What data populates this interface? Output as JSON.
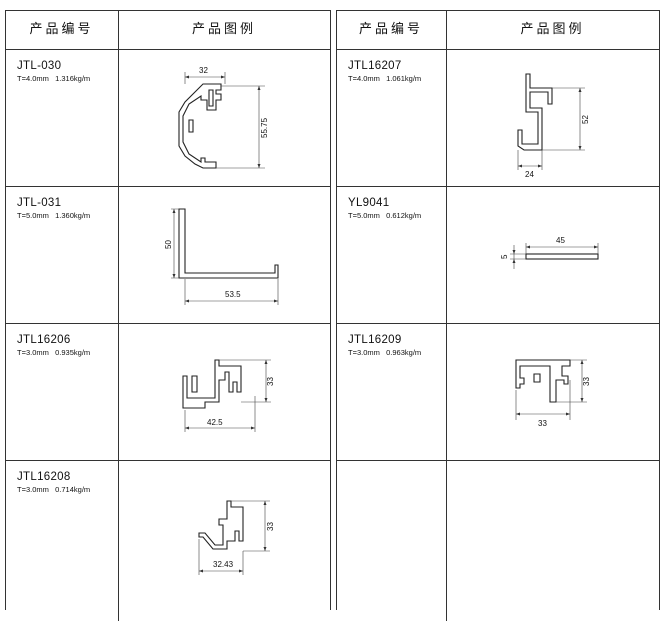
{
  "header": {
    "col_model": "产品编号",
    "col_figure": "产品图例"
  },
  "left_rows": [
    {
      "code": "JTL-030",
      "spec": "T=4.0mm   1.316kg/m",
      "dims": [
        "32",
        "55.75"
      ]
    },
    {
      "code": "JTL-031",
      "spec": "T=5.0mm   1.360kg/m",
      "dims": [
        "50",
        "53.5"
      ]
    },
    {
      "code": "JTL16206",
      "spec": "T=3.0mm   0.935kg/m",
      "dims": [
        "33",
        "42.5"
      ]
    },
    {
      "code": "JTL16208",
      "spec": "T=3.0mm   0.714kg/m",
      "dims": [
        "33",
        "32.43"
      ]
    }
  ],
  "right_rows": [
    {
      "code": "JTL16207",
      "spec": "T=4.0mm   1.061kg/m",
      "dims": [
        "52",
        "24"
      ]
    },
    {
      "code": "YL9041",
      "spec": "T=5.0mm   0.612kg/m",
      "dims": [
        "45",
        "5"
      ]
    },
    {
      "code": "JTL16209",
      "spec": "T=3.0mm   0.963kg/m",
      "dims": [
        "33",
        "33"
      ]
    },
    {
      "code": "",
      "spec": "",
      "dims": []
    }
  ]
}
